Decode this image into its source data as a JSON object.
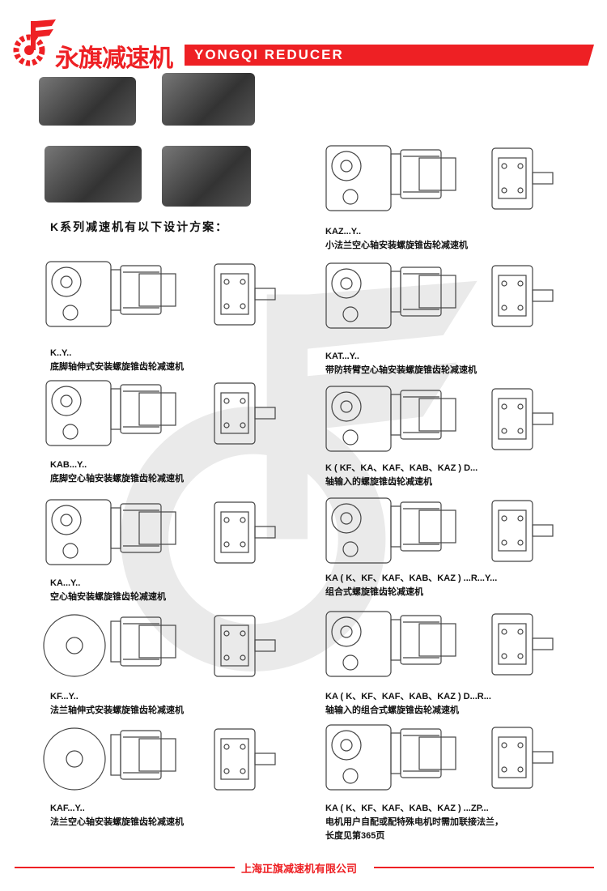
{
  "header": {
    "brand_cn": "永旗减速机",
    "brand_en": "YONGQI  REDUCER"
  },
  "intro": "K系列减速机有以下设计方案：",
  "left": [
    {
      "model": "K..Y..",
      "desc": "底脚轴伸式安装螺旋锥齿轮减速机"
    },
    {
      "model": "KAB...Y..",
      "desc": "底脚空心轴安装螺旋锥齿轮减速机"
    },
    {
      "model": "KA...Y..",
      "desc": "空心轴安装螺旋锥齿轮减速机"
    },
    {
      "model": "KF...Y..",
      "desc": "法兰轴伸式安装螺旋锥齿轮减速机"
    },
    {
      "model": "KAF...Y..",
      "desc": "法兰空心轴安装螺旋锥齿轮减速机"
    }
  ],
  "right": [
    {
      "model": "KAZ...Y..",
      "desc": "小法兰空心轴安装螺旋锥齿轮减速机"
    },
    {
      "model": "KAT...Y..",
      "desc": "带防转臂空心轴安装螺旋锥齿轮减速机"
    },
    {
      "model": "K ( KF、KA、KAF、KAB、KAZ ) D...",
      "desc": "轴输入的螺旋锥齿轮减速机"
    },
    {
      "model": "KA ( K、KF、KAF、KAB、KAZ ) ...R...Y...",
      "desc": "组合式螺旋锥齿轮减速机"
    },
    {
      "model": "KA ( K、KF、KAF、KAB、KAZ ) D...R...",
      "desc": "轴输入的组合式螺旋锥齿轮减速机"
    },
    {
      "model": "KA ( K、KF、KAF、KAB、KAZ ) ...ZP...",
      "desc": "电机用户自配或配特殊电机时需加联接法兰，",
      "desc2": "长度见第365页"
    }
  ],
  "footer": "上海正旗减速机有限公司"
}
